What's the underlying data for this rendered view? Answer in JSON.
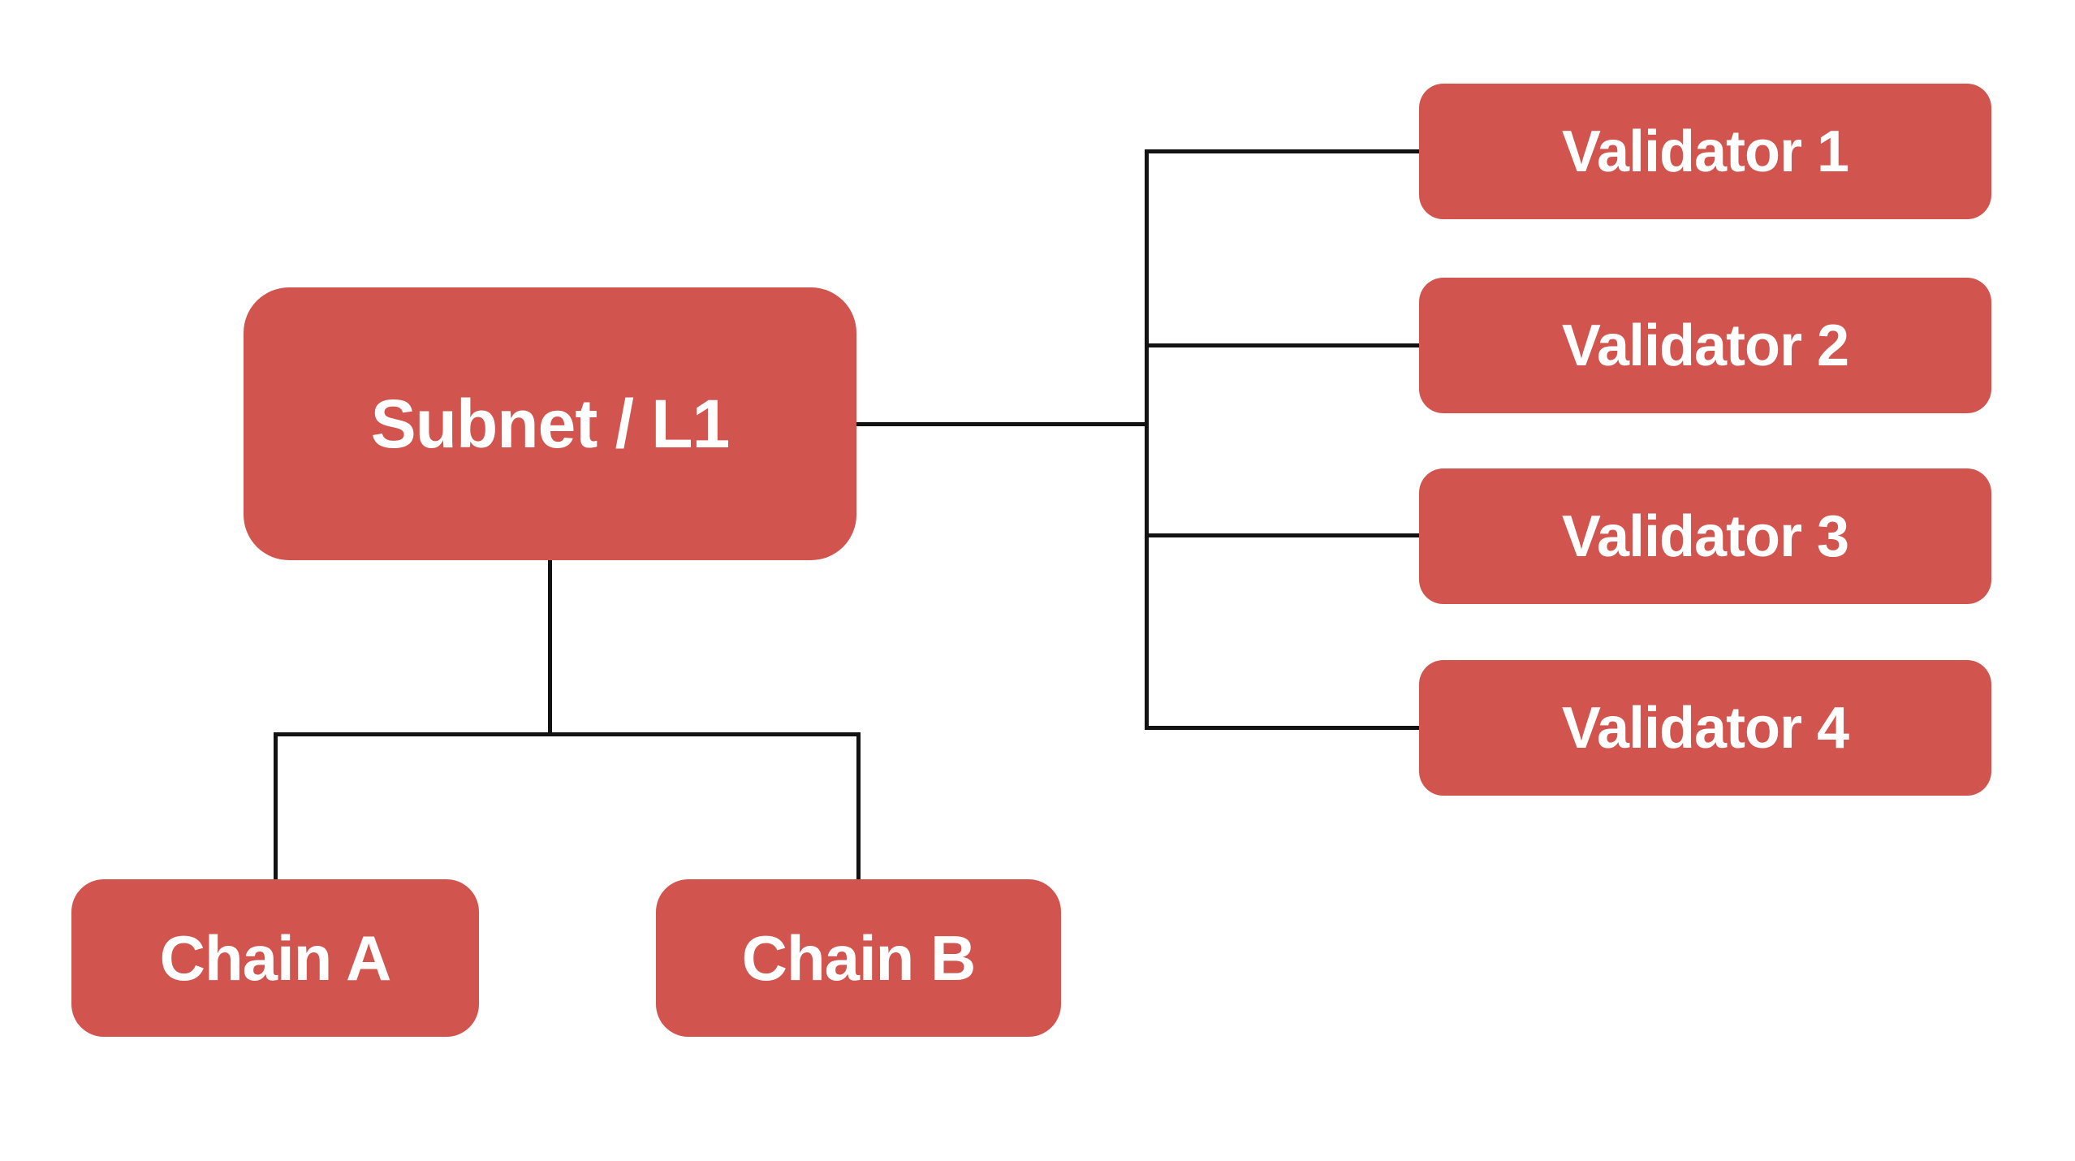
{
  "diagram": {
    "nodes": {
      "root": {
        "label": "Subnet / L1"
      },
      "chains": [
        {
          "label": "Chain A"
        },
        {
          "label": "Chain B"
        }
      ],
      "validators": [
        {
          "label": "Validator 1"
        },
        {
          "label": "Validator 2"
        },
        {
          "label": "Validator 3"
        },
        {
          "label": "Validator 4"
        }
      ]
    },
    "edges": [
      "Subnet / L1 - Chain A",
      "Subnet / L1 - Chain B",
      "Subnet / L1 - Validator 1",
      "Subnet / L1 - Validator 2",
      "Subnet / L1 - Validator 3",
      "Subnet / L1 - Validator 4"
    ],
    "colors": {
      "node_fill": "#D1544E",
      "node_text": "#FFFFFF",
      "connector": "#121212",
      "background": "#FFFFFF"
    }
  }
}
